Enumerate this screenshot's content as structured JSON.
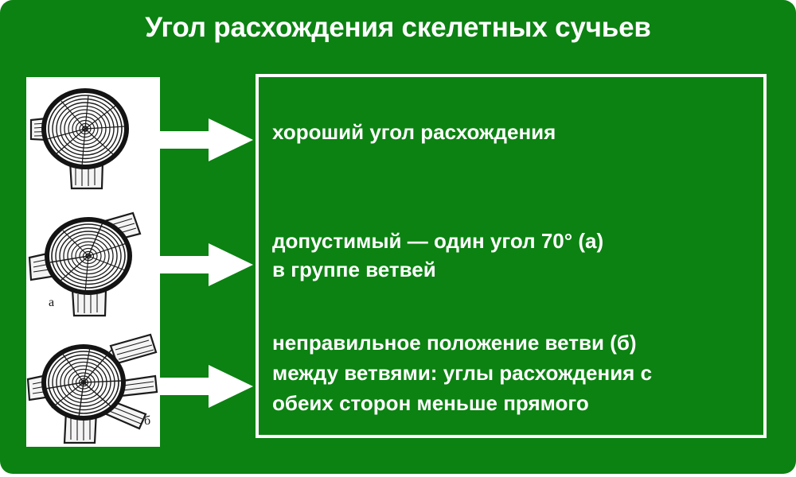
{
  "slide": {
    "title": "Угол расхождения скелетных сучьев",
    "background_color": "#0b8211",
    "text_color": "#ffffff",
    "page_color": "#ffffff"
  },
  "illustrations": {
    "panel_name": "tree-trunk-cross-sections",
    "figures": [
      {
        "id": "figure-1",
        "label": "",
        "description": "поперечный срез ствола с хорошим углом расхождения сучьев"
      },
      {
        "id": "figure-2",
        "label": "а",
        "description": "поперечный срез ствола с допустимым углом расхождения"
      },
      {
        "id": "figure-3",
        "label": "б",
        "description": "поперечный срез ствола с неправильным положением ветви"
      }
    ]
  },
  "arrows": [
    {
      "id": "arrow-1",
      "icon": "arrow-right-icon"
    },
    {
      "id": "arrow-2",
      "icon": "arrow-right-icon"
    },
    {
      "id": "arrow-3",
      "icon": "arrow-right-icon"
    }
  ],
  "text_box": {
    "border_color": "#ffffff",
    "entries": [
      {
        "id": "entry-1",
        "lines": [
          "хороший угол расхождения"
        ]
      },
      {
        "id": "entry-2",
        "lines": [
          "допустимый — один угол 70° (а)",
          "в группе ветвей"
        ]
      },
      {
        "id": "entry-3",
        "lines": [
          "неправильное положение ветви (б)",
          "между ветвями: углы расхождения с",
          "обеих сторон меньше прямого"
        ]
      }
    ]
  }
}
